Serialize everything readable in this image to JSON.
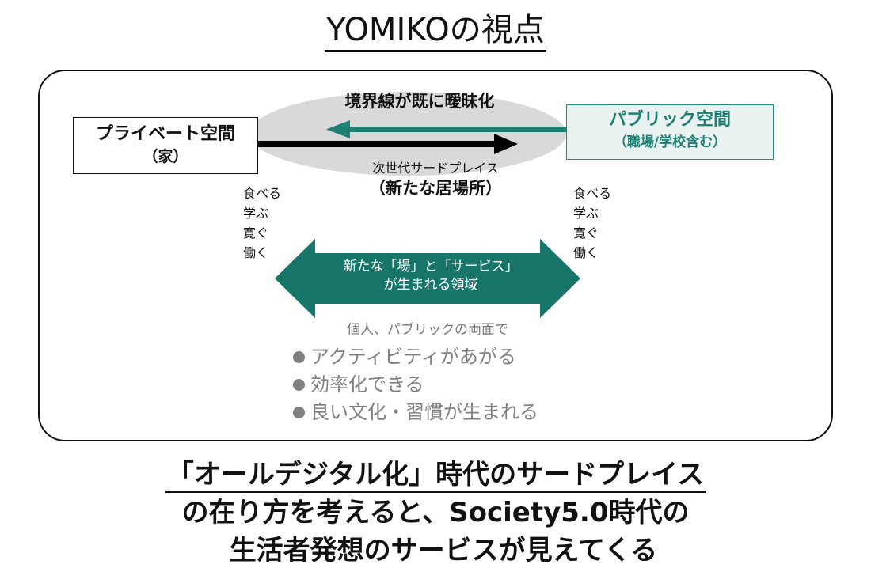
{
  "title": "YOMIKOの視点",
  "boundary_label": "境界線が既に曖昧化",
  "private_space": {
    "name": "プライベート空間",
    "sub": "（家）"
  },
  "public_space": {
    "name": "パブリック空間",
    "sub": "（職場/学校含む）"
  },
  "next_gen": {
    "line1": "次世代サードプレイス",
    "line2": "（新たな居場所）"
  },
  "verbs_left": [
    "食べる",
    "学ぶ",
    "寛ぐ",
    "働く"
  ],
  "verbs_right": [
    "食べる",
    "学ぶ",
    "寛ぐ",
    "働く"
  ],
  "arrow_text": {
    "line1": "新たな「場」と「サービス」",
    "line2": "が生まれる領域"
  },
  "both_sides": "個人、パブリックの両面で",
  "bullets": [
    "アクティビティがあがる",
    "効率化できる",
    "良い文化・習慣が生まれる"
  ],
  "bottom": {
    "line1": "「オールデジタル化」時代のサードプレイス",
    "line2": "の在り方を考えると、Society5.0時代の",
    "line3": "生活者発想のサービスが見えてくる"
  },
  "colors": {
    "teal": "#1f7f72",
    "teal_dark": "#17756a",
    "gray_fill": "#d9d9d9",
    "gray_text": "#7f7f7f"
  }
}
